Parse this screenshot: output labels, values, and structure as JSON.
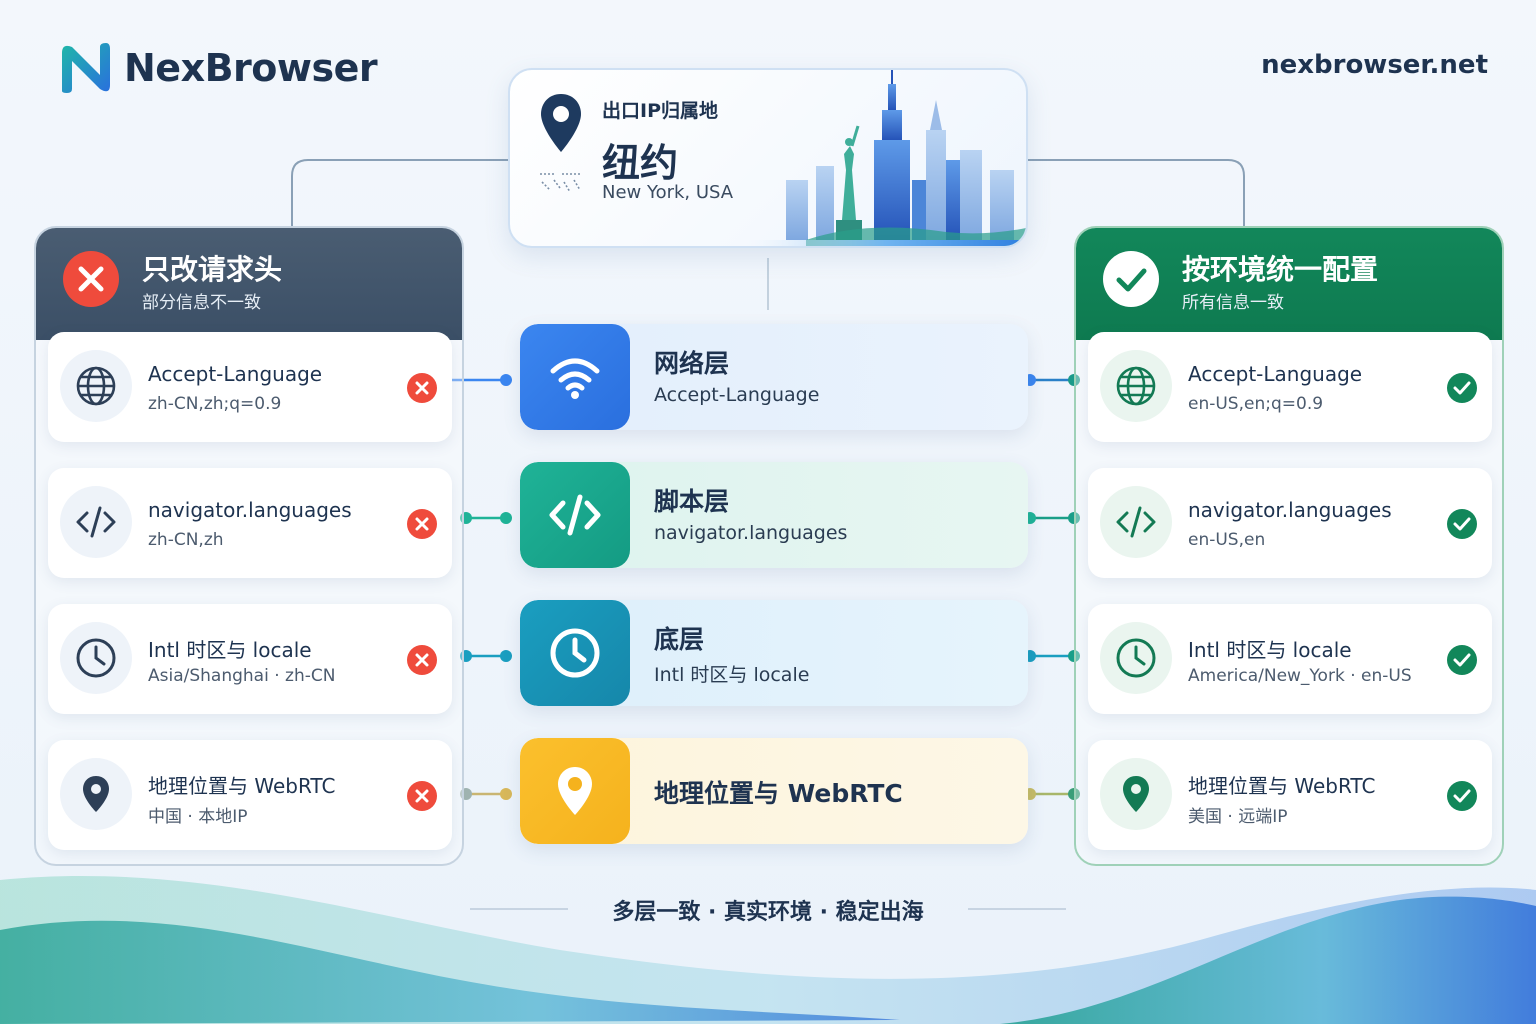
{
  "brand": {
    "name": "NexBrowser",
    "domain": "nexbrowser.net"
  },
  "location": {
    "caption": "出口IP归属地",
    "city": "纽约",
    "country": "New York, USA",
    "icon": "map-pin-icon"
  },
  "left_panel": {
    "title": "只改请求头",
    "subtitle": "部分信息不一致",
    "status_icon": "x-circle-icon",
    "status_color": "#ef4b3c",
    "items": [
      {
        "title": "Accept-Language",
        "value": "zh-CN,zh;q=0.9",
        "icon": "globe-icon"
      },
      {
        "title": "navigator.languages",
        "value": "zh-CN,zh",
        "icon": "code-icon"
      },
      {
        "title": "Intl 时区与 locale",
        "value": "Asia/Shanghai · zh-CN",
        "icon": "clock-icon"
      },
      {
        "title": "地理位置与 WebRTC",
        "value": "中国 · 本地IP",
        "icon": "map-pin-icon"
      }
    ]
  },
  "right_panel": {
    "title": "按环境统一配置",
    "subtitle": "所有信息一致",
    "status_icon": "check-circle-icon",
    "status_color": "#12875a",
    "items": [
      {
        "title": "Accept-Language",
        "value": "en-US,en;q=0.9",
        "icon": "globe-icon"
      },
      {
        "title": "navigator.languages",
        "value": "en-US,en",
        "icon": "code-icon"
      },
      {
        "title": "Intl 时区与 locale",
        "value": "America/New_York · en-US",
        "icon": "clock-icon"
      },
      {
        "title": "地理位置与 WebRTC",
        "value": "美国 · 远端IP",
        "icon": "map-pin-icon"
      }
    ]
  },
  "layers": [
    {
      "title": "网络层",
      "subtitle": "Accept-Language",
      "icon": "wifi-icon",
      "color": "#3b86f0"
    },
    {
      "title": "脚本层",
      "subtitle": "navigator.languages",
      "icon": "code-icon",
      "color": "#1fb397"
    },
    {
      "title": "底层",
      "subtitle": "Intl 时区与 locale",
      "icon": "clock-icon",
      "color": "#1a9ec0"
    },
    {
      "title": "地理位置与 WebRTC",
      "subtitle": "",
      "icon": "map-pin-icon",
      "color": "#fbc02d"
    }
  ],
  "slogan": "多层一致 · 真实环境 · 稳定出海"
}
